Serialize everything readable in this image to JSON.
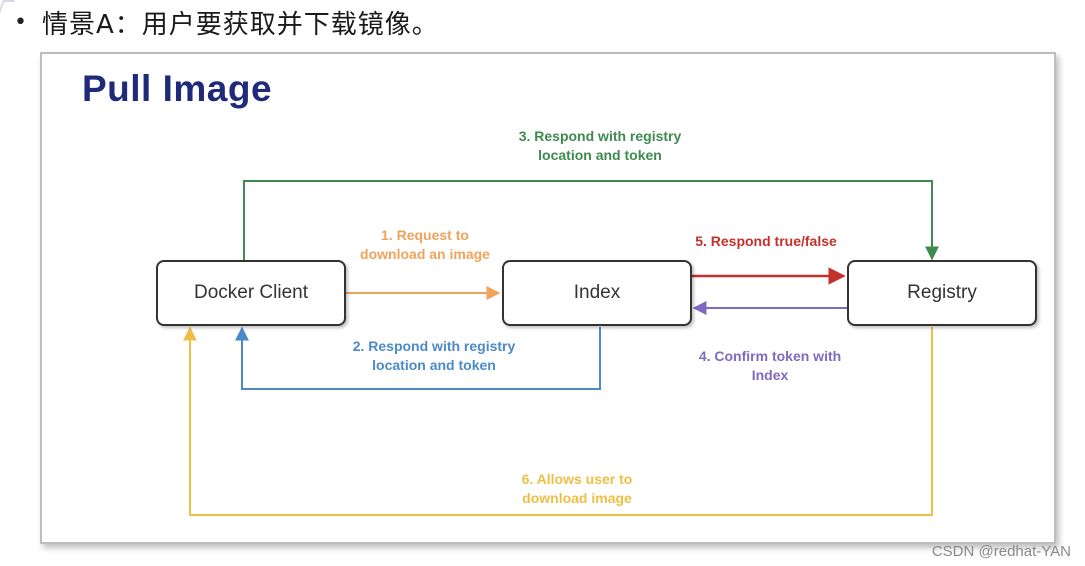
{
  "header": {
    "bullet": "•",
    "text": "情景A：用户要获取并下载镜像。"
  },
  "slide": {
    "title": "Pull Image",
    "nodes": {
      "client": "Docker Client",
      "index": "Index",
      "registry": "Registry"
    },
    "steps": {
      "s1": "1. Request to\ndownload an image",
      "s2": "2. Respond with registry\nlocation and token",
      "s3": "3. Respond with registry\nlocation and token",
      "s4": "4. Confirm token with\nIndex",
      "s5": "5. Respond true/false",
      "s6": "6. Allows user to\ndownload image"
    },
    "colors": {
      "s1": "#f0a35a",
      "s2": "#4b8ac9",
      "s3": "#3f8a4f",
      "s4": "#7e6bbf",
      "s5": "#c4302b",
      "s6": "#efbe45"
    }
  },
  "watermark": "CSDN @redhat-YAN"
}
